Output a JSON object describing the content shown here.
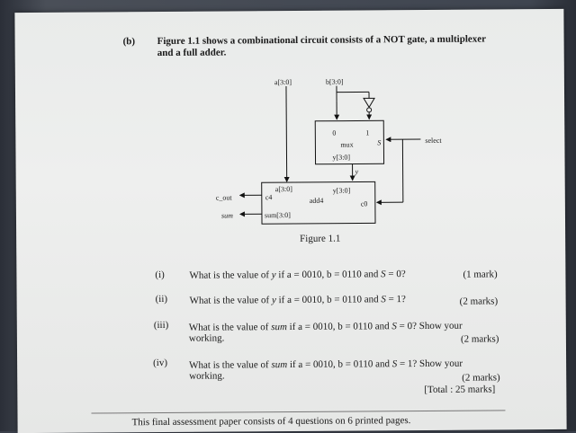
{
  "question": {
    "part_label": "(b)",
    "intro_line1": "Figure 1.1 shows a combinational circuit consists of a NOT gate, a multiplexer",
    "intro_line2": "and a full adder."
  },
  "diagram": {
    "input_a": "a[3:0]",
    "input_b": "b[3:0]",
    "mux_in0": "0",
    "mux_in1": "1",
    "mux_label": "mux",
    "mux_sel": "S",
    "select_label": "select",
    "mux_out": "y[3:0]",
    "wire_y": "y",
    "add_a": "a[3:0]",
    "add_y": "y[3:0]",
    "add_name": "add4",
    "add_c4": "c4",
    "add_c0": "c0",
    "add_sum": "sum[3:0]",
    "c_out": "c_out",
    "sum_out": "sum",
    "caption": "Figure 1.1"
  },
  "subquestions": [
    {
      "num": "(i)",
      "line1_pre": "What is the value of ",
      "line1_var": "y",
      "line1_post": " if a = 0010, b = 0110 and ",
      "line1_s": "S",
      "line1_end": " = 0?",
      "marks": "(1 mark)"
    },
    {
      "num": "(ii)",
      "line1_pre": "What is the value of ",
      "line1_var": "y",
      "line1_post": " if a = 0010, b = 0110 and ",
      "line1_s": "S",
      "line1_end": " = 1?",
      "marks": "(2 marks)"
    },
    {
      "num": "(iii)",
      "line1_pre": "What is the value of ",
      "line1_var": "sum",
      "line1_post": " if a = 0010, b = 0110 and ",
      "line1_s": "S",
      "line1_end": " = 0? Show your",
      "line2": "working.",
      "marks": "(2 marks)"
    },
    {
      "num": "(iv)",
      "line1_pre": "What is the value of ",
      "line1_var": "sum",
      "line1_post": " if a = 0010, b = 0110 and ",
      "line1_s": "S",
      "line1_end": " = 1? Show your",
      "line2": "working.",
      "marks": "(2 marks)"
    }
  ],
  "total": "[Total : 25 marks]",
  "footer": "This final assessment paper consists of 4 questions on 6 printed pages."
}
